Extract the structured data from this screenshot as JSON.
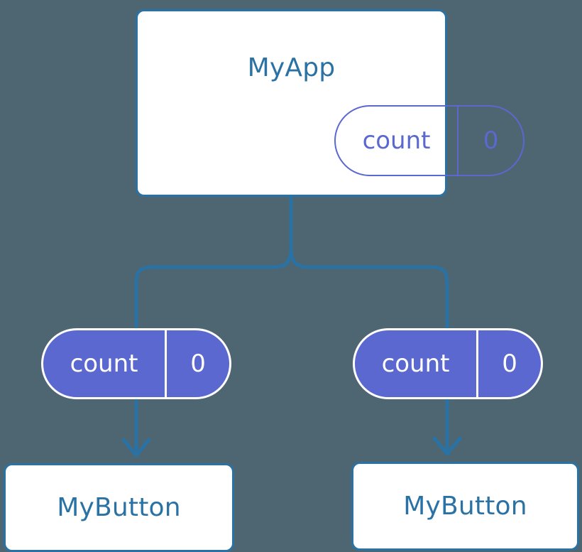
{
  "diagram": {
    "type": "component-tree",
    "title_text": "MyApp",
    "background_color": "#4d6671",
    "colors": {
      "component_border": "#2b72a4",
      "component_text": "#2b72a4",
      "component_fill": "#ffffff",
      "state_accent": "#5a68cf",
      "state_text_on_fill": "#ffffff",
      "edge": "#2b72a4"
    }
  },
  "root": {
    "name": "root-component",
    "label": "MyApp",
    "state": {
      "key": "count",
      "value": "0",
      "style": "outlined"
    }
  },
  "children": [
    {
      "name": "child-left",
      "label": "MyButton",
      "prop": {
        "key": "count",
        "value": "0",
        "style": "filled"
      }
    },
    {
      "name": "child-right",
      "label": "MyButton",
      "prop": {
        "key": "count",
        "value": "0",
        "style": "filled"
      }
    }
  ]
}
